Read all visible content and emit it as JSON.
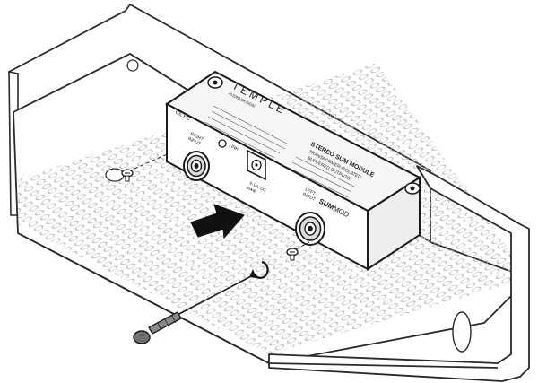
{
  "colors": {
    "ink": "#1a1a1a",
    "outline": "#2a2a2a",
    "panel_fill": "#ffffff",
    "module_fill": "#f4f4f4",
    "hole_stroke": "#b8b8b8",
    "arrow_fill": "#111111",
    "screwdriver_fill": "#8a8a8a"
  },
  "module": {
    "brand": "TEMPLE",
    "brand_sub": "AUDIO DESIGN",
    "ce_mark": "CE FC",
    "title": "STEREO SUM MODULE",
    "subtitle_1": "TRANSFORMER-ISOLATED",
    "subtitle_2": "BUFFERED OUTPUTS",
    "right_input_label_1": "RIGHT",
    "right_input_label_2": "INPUT",
    "link_label": "LINK",
    "left_input_label_1": "LEFT",
    "left_input_label_2": "INPUT",
    "logo": "SUM",
    "logo_suffix": "MOD",
    "dc_label_1": "9-18V DC",
    "dc_label_2": "⊖●⊕"
  },
  "icons": {
    "push_arrow": "arrow-right-icon",
    "rotate": "rotate-clockwise-icon",
    "screw": "screw-icon",
    "screwdriver": "screwdriver-icon"
  }
}
